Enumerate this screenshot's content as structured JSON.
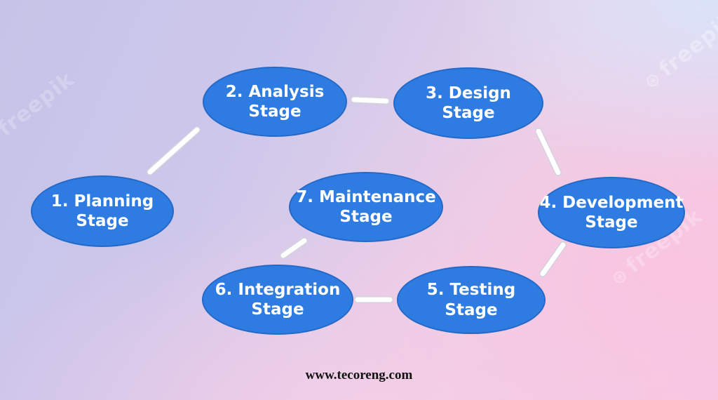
{
  "stages": [
    {
      "id": "planning",
      "line1": "1. Planning",
      "line2": "Stage"
    },
    {
      "id": "analysis",
      "line1": "2. Analysis",
      "line2": "Stage"
    },
    {
      "id": "design",
      "line1": "3. Design",
      "line2": "Stage"
    },
    {
      "id": "development",
      "line1": "4. Development",
      "line2": "Stage"
    },
    {
      "id": "testing",
      "line1": "5. Testing",
      "line2": "Stage"
    },
    {
      "id": "integration",
      "line1": "6. Integration",
      "line2": "Stage"
    },
    {
      "id": "maintenance",
      "line1": "7. Maintenance",
      "line2": "Stage"
    }
  ],
  "footer": {
    "website": "www.tecoreng.com"
  },
  "watermark": {
    "text": "freepik",
    "symbol": "⊛"
  },
  "colors": {
    "node_fill": "#2e7ce2",
    "node_border": "#2569c8",
    "node_text": "#ffffff",
    "connector": "#ffffff",
    "connector_outline": "#d2d2de",
    "footer_text": "#121212"
  }
}
